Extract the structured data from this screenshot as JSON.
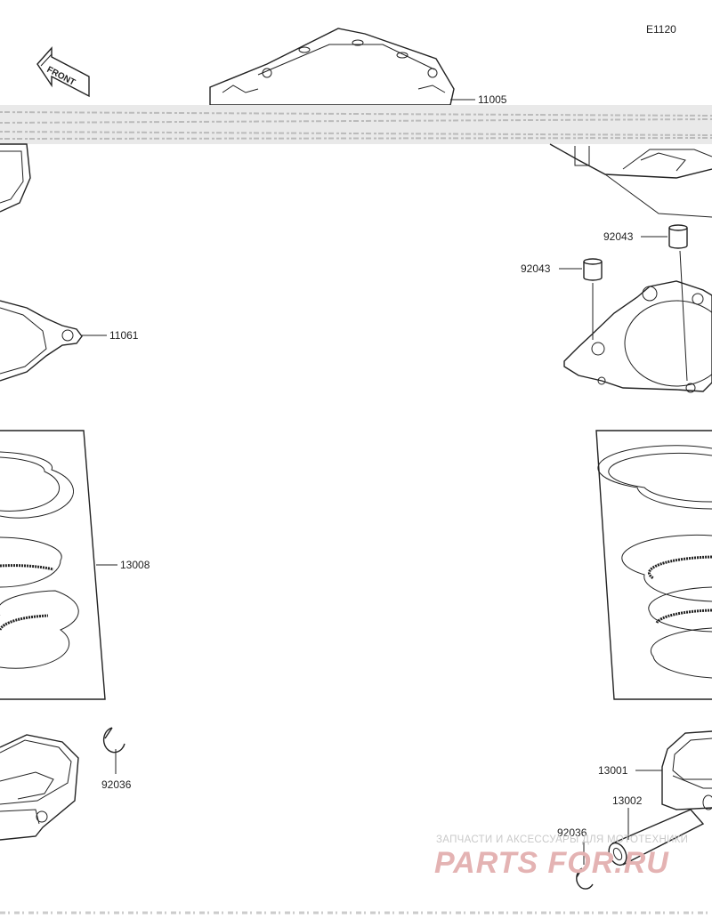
{
  "diagram": {
    "ref_code": "E1120",
    "front_label": "FRONT",
    "callouts": {
      "p11005": "11005",
      "p11061": "11061",
      "p92043_upper": "92043",
      "p92043_lower": "92043",
      "p13008": "13008",
      "p92036_left": "92036",
      "p13001": "13001",
      "p13002": "13002",
      "p92036_right": "92036"
    }
  },
  "watermark": {
    "tagline": "ЗАПЧАСТИ И АКСЕССУАРЫ ДЛЯ МОТОТЕХНИКИ",
    "brand": "PARTS FOR.RU"
  }
}
